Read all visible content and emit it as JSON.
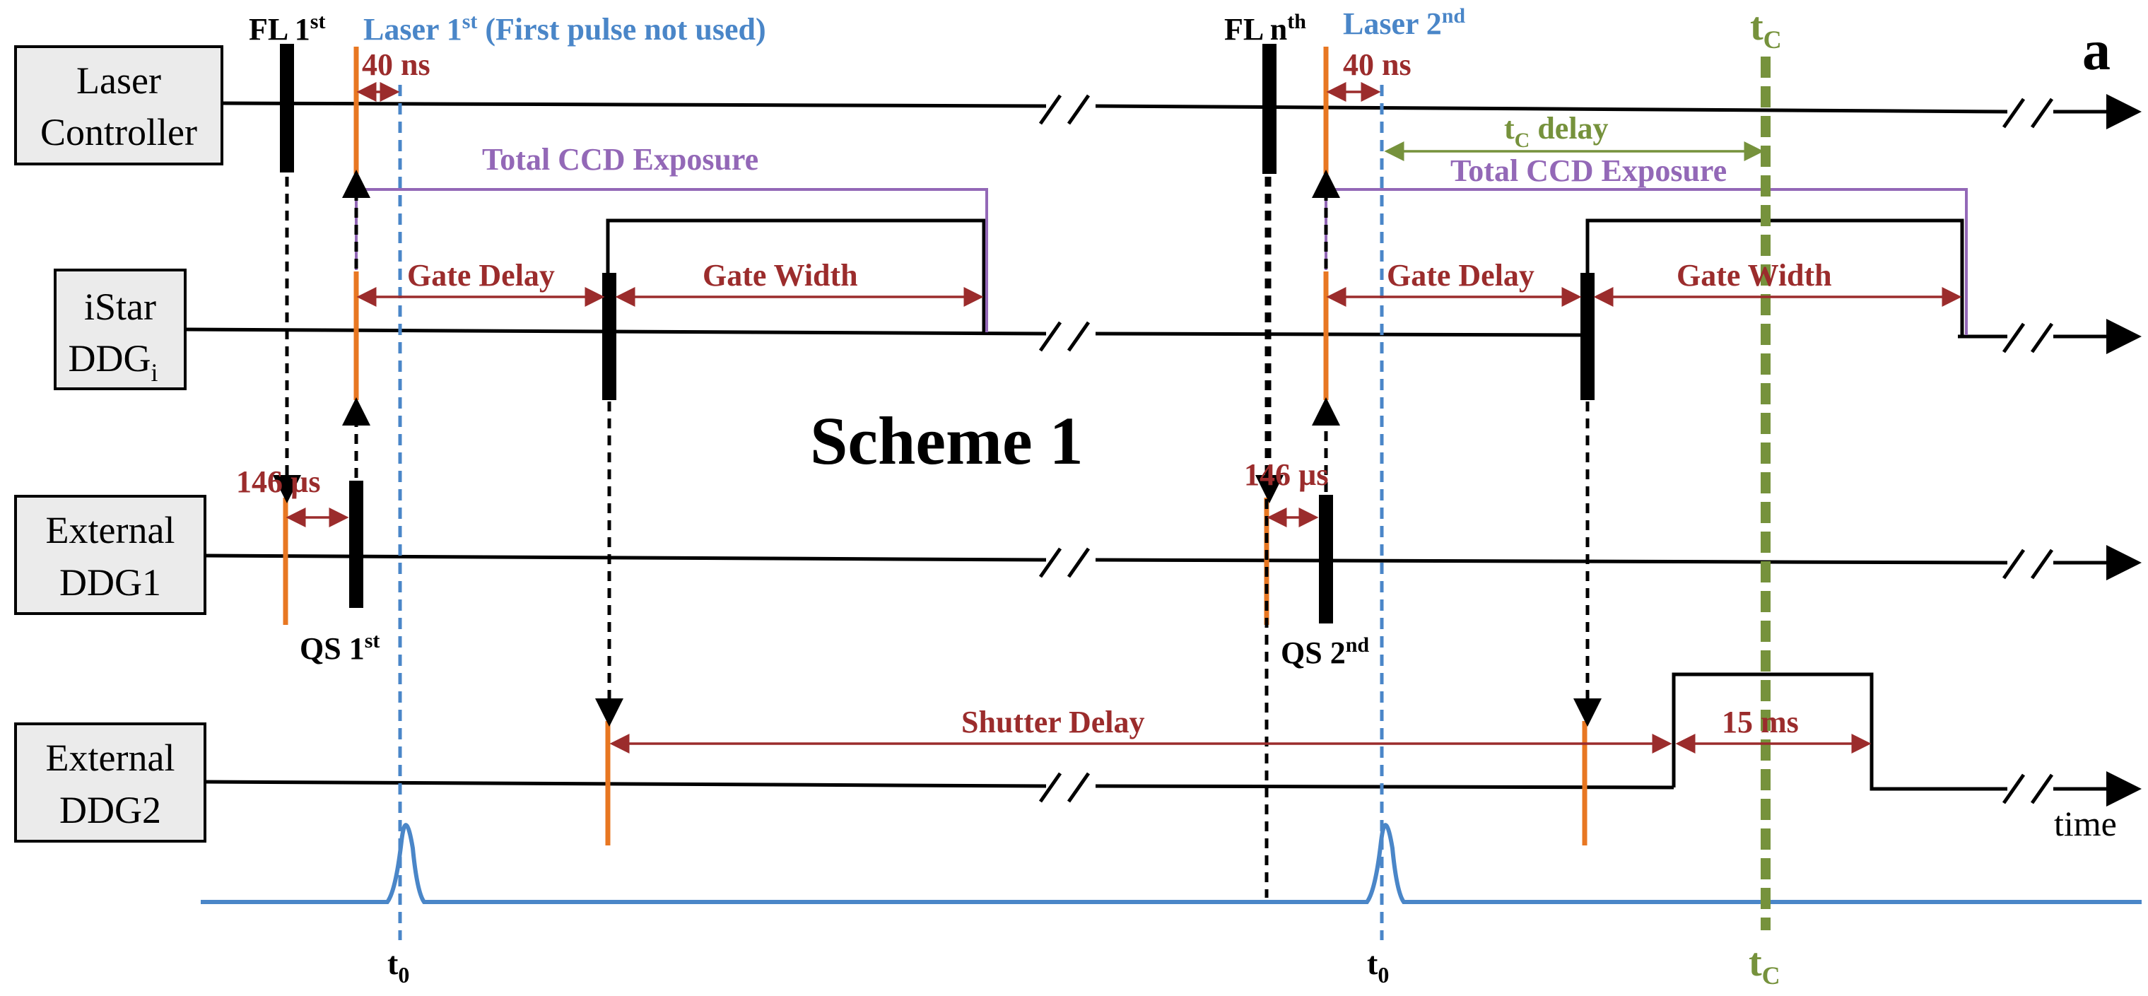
{
  "corner_letter": "a",
  "scheme_title": "Scheme 1",
  "time_label": "time",
  "channels": {
    "laser_controller": {
      "line1": "Laser",
      "line2": "Controller"
    },
    "istar_ddg": {
      "line1": "iStar",
      "line2": "DDG",
      "sub": "i"
    },
    "external_ddg1": {
      "line1": "External",
      "line2": "DDG1"
    },
    "external_ddg2": {
      "line1": "External",
      "line2": "DDG2"
    }
  },
  "events": {
    "fl_first": {
      "base": "FL 1",
      "sup": "st"
    },
    "fl_nth": {
      "base": "FL n",
      "sup": "th"
    },
    "laser_first": {
      "base": "Laser 1",
      "sup": "st",
      "rest": " (First pulse not used)"
    },
    "laser_second": {
      "base": "Laser 2",
      "sup": "nd"
    },
    "qs_first": {
      "base": "QS 1",
      "sup": "st"
    },
    "qs_second": {
      "base": "QS 2",
      "sup": "nd"
    },
    "tc": {
      "base": "t",
      "sub": "C"
    },
    "t0": {
      "base": "t",
      "sub": "0"
    }
  },
  "intervals": {
    "ns40": "40 ns",
    "us146": "146 µs",
    "tc_delay": {
      "base": "t",
      "sub": "C",
      "rest": " delay"
    },
    "ccd_exposure": "Total CCD Exposure",
    "gate_delay": "Gate Delay",
    "gate_width": "Gate Width",
    "shutter_delay": "Shutter Delay",
    "ms15": "15 ms"
  },
  "colors": {
    "trace": "#000000",
    "orange_pulse": "#e87722",
    "laser_blue": "#4a86c8",
    "interval_red": "#9b2c2c",
    "exposure_purple": "#9368b7",
    "tc_green": "#76923c"
  }
}
